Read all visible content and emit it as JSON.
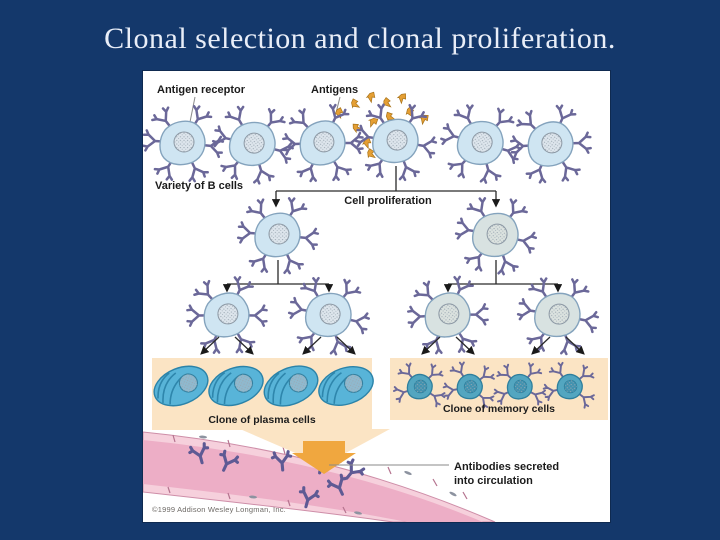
{
  "slide": {
    "title": "Clonal selection and clonal proliferation."
  },
  "diagram": {
    "labels": {
      "antigen_receptor": "Antigen receptor",
      "antigens": "Antigens",
      "variety": "Variety of B cells",
      "proliferation": "Cell proliferation",
      "plasma_clone": "Clone of plasma cells",
      "memory_clone": "Clone of memory cells",
      "antibodies_line1": "Antibodies secreted",
      "antibodies_line2": "into circulation",
      "copyright": "©1999 Addison Wesley Longman, Inc."
    },
    "colors": {
      "slide_background": "#14386B",
      "title_text": "#E9EEF8",
      "b_cell_body": "#CFE5F2",
      "b_cell_muted": "#D8E2E1",
      "receptor_purple": "#6B6899",
      "antigen_orange": "#E59F33",
      "clone_box_tan": "#FBE4C4",
      "plasma_cell_blue": "#58B4D8",
      "memory_cell_teal": "#53A6C0",
      "vessel_wall_pink": "#F6D0DC",
      "vessel_lumen_pink": "#EDAEC6",
      "antibody_purple": "#5E5A94",
      "funnel_arrow_orange": "#F0A73F"
    }
  }
}
